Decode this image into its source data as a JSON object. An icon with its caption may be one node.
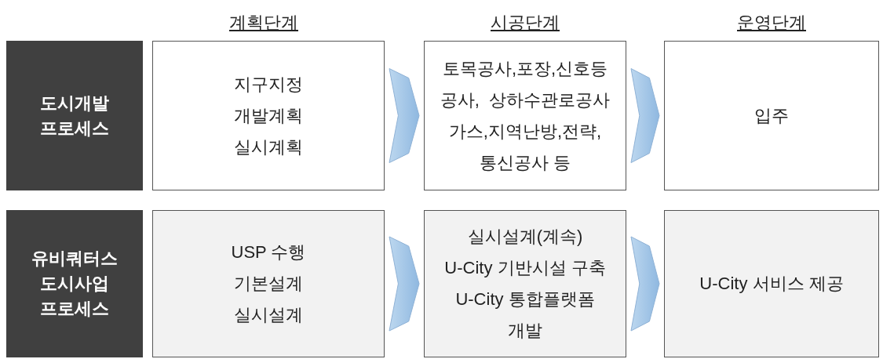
{
  "diagram": {
    "nodes": [
      {
        "text": [
          "도시개발 프로세스"
        ]
      },
      {
        "text": [
          "지구지정",
          "개발계획",
          "실시계획"
        ]
      },
      {
        "text": [
          "토목공사,포장,신호등",
          "공사,  상하수관로공사",
          "가스,지역난방,전략,",
          "통신공사 등"
        ]
      },
      {
        "text": [
          "입주"
        ]
      },
      {
        "text": [
          "유비쿼터스 도시사업 프로세스"
        ]
      },
      {
        "text": [
          "USP 수행",
          "기본설계",
          "실시설계"
        ]
      },
      {
        "text": [
          "실시설계(계속)",
          "U-City 기반시설 구축",
          "U-City 통합플랫폼",
          "개발"
        ]
      },
      {
        "text": [
          "U-City 서비스 제공"
        ]
      }
    ],
    "edges": [
      {
        "from": 1,
        "to": 2,
        "arrow": "to"
      },
      {
        "from": 2,
        "to": 3,
        "arrow": "to"
      },
      {
        "from": 5,
        "to": 6,
        "arrow": "to"
      },
      {
        "from": 6,
        "to": 7,
        "arrow": "to"
      }
    ],
    "labels": [
      "계획단계",
      "시공단계",
      "운영단계"
    ]
  }
}
